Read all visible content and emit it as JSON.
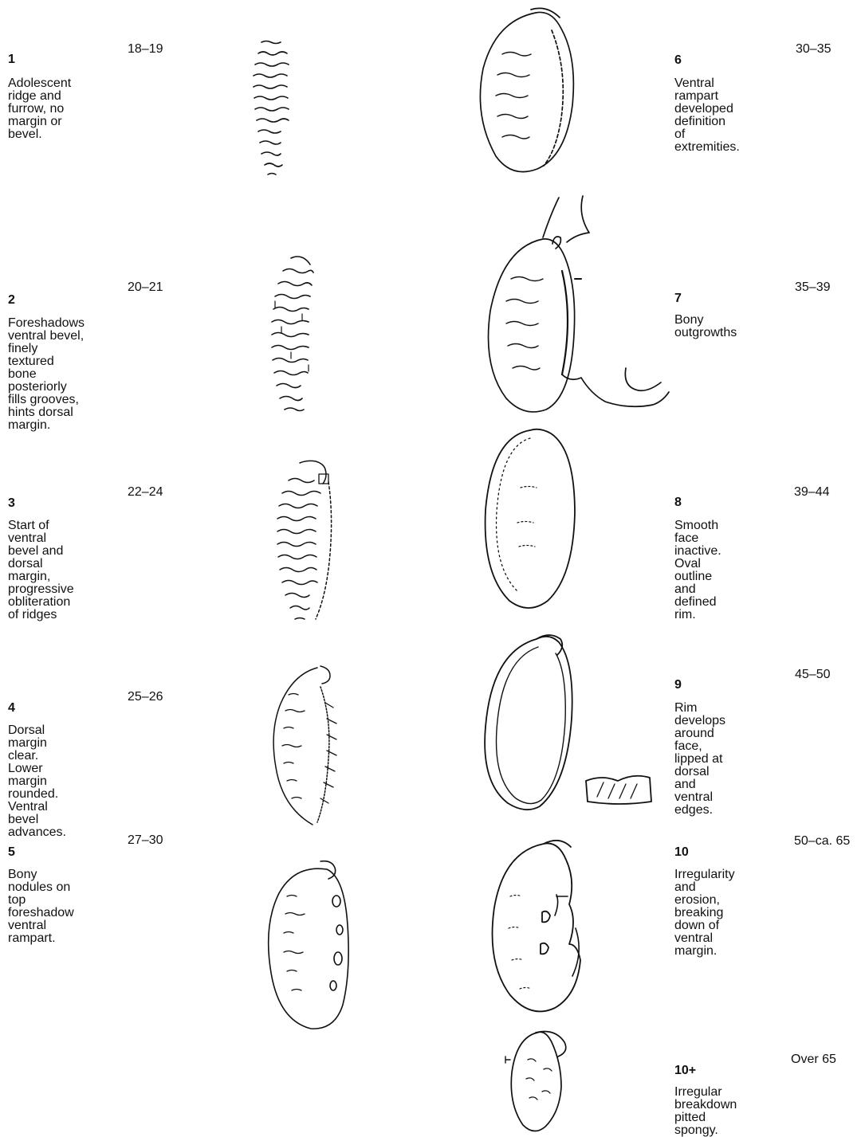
{
  "phases": [
    {
      "phase": "1",
      "age": "18–19",
      "description": "Adolescent ridge and\nfurrow, no margin or\nbevel."
    },
    {
      "phase": "2",
      "age": "20–21",
      "description": "Foreshadows ventral bevel,\nfinely textured bone posteriorly\nfills grooves, hints dorsal margin."
    },
    {
      "phase": "3",
      "age": "22–24",
      "description": "Start of ventral bevel and\ndorsal margin, progressive\nobliteration of ridges"
    },
    {
      "phase": "4",
      "age": "25–26",
      "description": "Dorsal margin clear.\nLower margin rounded.\nVentral bevel advances."
    },
    {
      "phase": "5",
      "age": "27–30",
      "description": "Bony nodules on top\nforeshadow ventral rampart."
    },
    {
      "phase": "6",
      "age": "30–35",
      "description": "Ventral rampart developed\ndefinition of extremities."
    },
    {
      "phase": "7",
      "age": "35–39",
      "description": "Bony outgrowths"
    },
    {
      "phase": "8",
      "age": "39–44",
      "description": "Smooth face inactive.\nOval outline and defined\nrim."
    },
    {
      "phase": "9",
      "age": "45–50",
      "description": "Rim develops around face,\nlipped at dorsal and ventral\nedges."
    },
    {
      "phase": "10",
      "age": "50–ca. 65",
      "description": "Irregularity and erosion,\nbreaking down of ventral\nmargin."
    },
    {
      "phase": "10+",
      "age": "Over 65",
      "description": "Irregular breakdown\npitted spongy."
    }
  ]
}
